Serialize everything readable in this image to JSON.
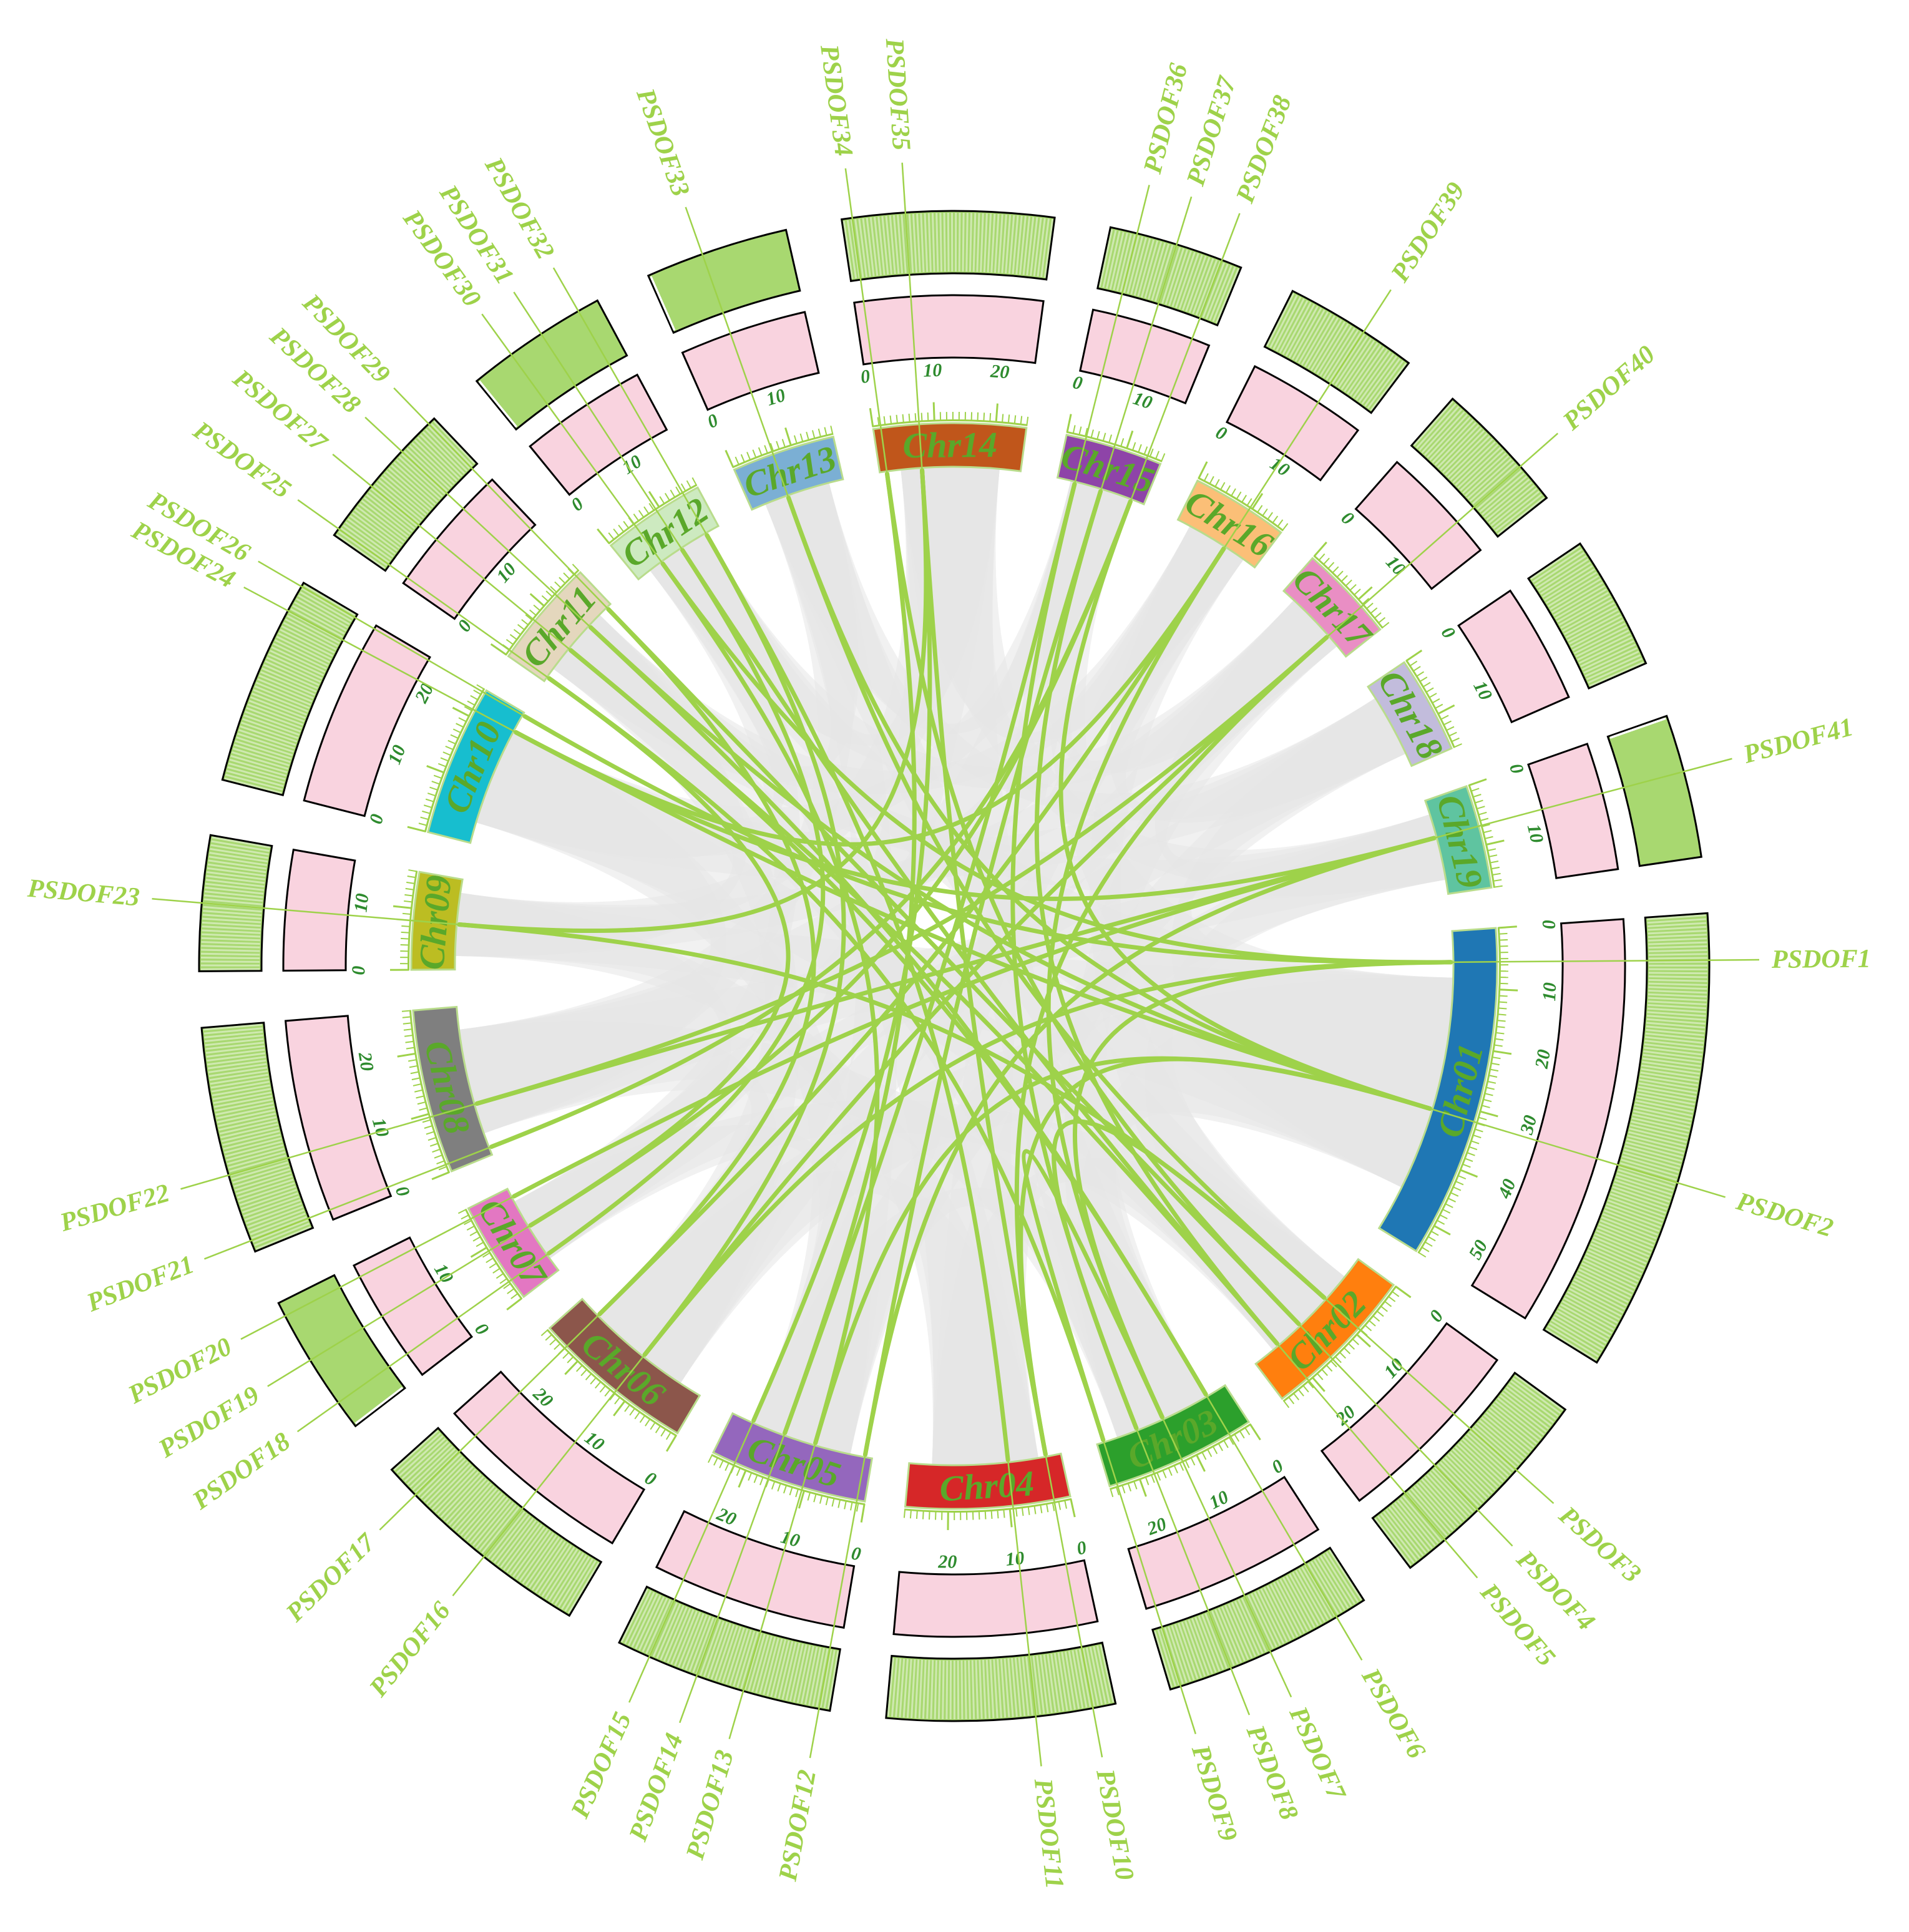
{
  "colors": {
    "link": "#9ed24a",
    "synteny": "#e6e6e6",
    "label": "#9ed24a",
    "tick": "#9ed24a",
    "tick_text": "#2e8b2e",
    "chr_text": "#5aa82a",
    "density_track": "#f9d3df",
    "gene_track": "#a8d870"
  },
  "chromosomes": [
    {
      "id": "Chr01",
      "label": "Chr01",
      "color": "#1f77b4",
      "length": 55,
      "ticks": [
        "0",
        "10",
        "20",
        "30",
        "40",
        "50"
      ]
    },
    {
      "id": "Chr02",
      "label": "Chr02",
      "color": "#ff7f0e",
      "length": 26,
      "ticks": [
        "0",
        "10",
        "20"
      ]
    },
    {
      "id": "Chr03",
      "label": "Chr03",
      "color": "#2ca02c",
      "length": 25,
      "ticks": [
        "0",
        "10",
        "20"
      ]
    },
    {
      "id": "Chr04",
      "label": "Chr04",
      "color": "#d62728",
      "length": 27,
      "ticks": [
        "0",
        "10",
        "20"
      ]
    },
    {
      "id": "Chr05",
      "label": "Chr05",
      "color": "#9467bd",
      "length": 26,
      "ticks": [
        "0",
        "10",
        "20"
      ]
    },
    {
      "id": "Chr06",
      "label": "Chr06",
      "color": "#8c564b",
      "length": 27,
      "ticks": [
        "0",
        "10",
        "20"
      ]
    },
    {
      "id": "Chr07",
      "label": "Chr07",
      "color": "#e377c2",
      "length": 17,
      "ticks": [
        "0",
        "10"
      ]
    },
    {
      "id": "Chr08",
      "label": "Chr08",
      "color": "#7f7f7f",
      "length": 27,
      "ticks": [
        "0",
        "10",
        "20"
      ]
    },
    {
      "id": "Chr09",
      "label": "Chr09",
      "color": "#bcbd22",
      "length": 16,
      "ticks": [
        "0",
        "10"
      ]
    },
    {
      "id": "Chr10",
      "label": "Chr10",
      "color": "#17becf",
      "length": 25,
      "ticks": [
        "0",
        "10",
        "20"
      ]
    },
    {
      "id": "Chr11",
      "label": "Chr11",
      "color": "#e4d7bd",
      "length": 18,
      "ticks": [
        "0",
        "10"
      ]
    },
    {
      "id": "Chr12",
      "label": "Chr12",
      "color": "#cdeac0",
      "length": 17,
      "ticks": [
        "0",
        "10"
      ]
    },
    {
      "id": "Chr13",
      "label": "Chr13",
      "color": "#7bafd4",
      "length": 17,
      "ticks": [
        "0",
        "10"
      ]
    },
    {
      "id": "Chr14",
      "label": "Chr14",
      "color": "#c0561b",
      "length": 25,
      "ticks": [
        "0",
        "10",
        "20"
      ]
    },
    {
      "id": "Chr15",
      "label": "Chr15",
      "color": "#8e44a8",
      "length": 16,
      "ticks": [
        "0",
        "10"
      ]
    },
    {
      "id": "Chr16",
      "label": "Chr16",
      "color": "#fbbf77",
      "length": 16,
      "ticks": [
        "0",
        "10"
      ]
    },
    {
      "id": "Chr17",
      "label": "Chr17",
      "color": "#e98ec4",
      "length": 16,
      "ticks": [
        "0",
        "10"
      ]
    },
    {
      "id": "Chr18",
      "label": "Chr18",
      "color": "#c2bcdc",
      "length": 16,
      "ticks": [
        "0",
        "10"
      ]
    },
    {
      "id": "Chr19",
      "label": "Chr19",
      "color": "#5fc4a0",
      "length": 17,
      "ticks": [
        "0",
        "10"
      ]
    }
  ],
  "genes": [
    {
      "name": "PSDOF1",
      "chr": 0,
      "pos": 0.1
    },
    {
      "name": "PSDOF2",
      "chr": 0,
      "pos": 0.58
    },
    {
      "name": "PSDOF3",
      "chr": 1,
      "pos": 0.35
    },
    {
      "name": "PSDOF4",
      "chr": 1,
      "pos": 0.6
    },
    {
      "name": "PSDOF5",
      "chr": 1,
      "pos": 0.8
    },
    {
      "name": "PSDOF6",
      "chr": 2,
      "pos": 0.15
    },
    {
      "name": "PSDOF7",
      "chr": 2,
      "pos": 0.5
    },
    {
      "name": "PSDOF8",
      "chr": 2,
      "pos": 0.7
    },
    {
      "name": "PSDOF9",
      "chr": 2,
      "pos": 0.95
    },
    {
      "name": "PSDOF10",
      "chr": 3,
      "pos": 0.1
    },
    {
      "name": "PSDOF11",
      "chr": 3,
      "pos": 0.35
    },
    {
      "name": "PSDOF12",
      "chr": 4,
      "pos": 0.05
    },
    {
      "name": "PSDOF13",
      "chr": 4,
      "pos": 0.4
    },
    {
      "name": "PSDOF14",
      "chr": 4,
      "pos": 0.62
    },
    {
      "name": "PSDOF15",
      "chr": 4,
      "pos": 0.85
    },
    {
      "name": "PSDOF16",
      "chr": 5,
      "pos": 0.45
    },
    {
      "name": "PSDOF17",
      "chr": 5,
      "pos": 0.85
    },
    {
      "name": "PSDOF18",
      "chr": 6,
      "pos": 0.2
    },
    {
      "name": "PSDOF19",
      "chr": 6,
      "pos": 0.55
    },
    {
      "name": "PSDOF20",
      "chr": 6,
      "pos": 0.9
    },
    {
      "name": "PSDOF21",
      "chr": 7,
      "pos": 0.05
    },
    {
      "name": "PSDOF22",
      "chr": 7,
      "pos": 0.35
    },
    {
      "name": "PSDOF23",
      "chr": 8,
      "pos": 0.5
    },
    {
      "name": "PSDOF24",
      "chr": 9,
      "pos": 0.85
    },
    {
      "name": "PSDOF25",
      "chr": 10,
      "pos": 0.05
    },
    {
      "name": "PSDOF26",
      "chr": 9,
      "pos": 0.98
    },
    {
      "name": "PSDOF27",
      "chr": 10,
      "pos": 0.4
    },
    {
      "name": "PSDOF28",
      "chr": 10,
      "pos": 0.7
    },
    {
      "name": "PSDOF29",
      "chr": 10,
      "pos": 0.95
    },
    {
      "name": "PSDOF30",
      "chr": 11,
      "pos": 0.3
    },
    {
      "name": "PSDOF31",
      "chr": 11,
      "pos": 0.55
    },
    {
      "name": "PSDOF32",
      "chr": 11,
      "pos": 0.85
    },
    {
      "name": "PSDOF33",
      "chr": 12,
      "pos": 0.4
    },
    {
      "name": "PSDOF34",
      "chr": 13,
      "pos": 0.05
    },
    {
      "name": "PSDOF35",
      "chr": 13,
      "pos": 0.3
    },
    {
      "name": "PSDOF36",
      "chr": 14,
      "pos": 0.2
    },
    {
      "name": "PSDOF37",
      "chr": 14,
      "pos": 0.5
    },
    {
      "name": "PSDOF38",
      "chr": 14,
      "pos": 0.85
    },
    {
      "name": "PSDOF39",
      "chr": 15,
      "pos": 0.6
    },
    {
      "name": "PSDOF40",
      "chr": 16,
      "pos": 0.7
    },
    {
      "name": "PSDOF41",
      "chr": 18,
      "pos": 0.4
    }
  ],
  "links": [
    [
      0,
      25
    ],
    [
      0,
      15
    ],
    [
      0,
      6
    ],
    [
      1,
      9
    ],
    [
      1,
      37
    ],
    [
      1,
      12
    ],
    [
      2,
      32
    ],
    [
      2,
      7
    ],
    [
      3,
      33
    ],
    [
      3,
      28
    ],
    [
      4,
      36
    ],
    [
      4,
      30
    ],
    [
      5,
      27
    ],
    [
      5,
      26
    ],
    [
      6,
      38
    ],
    [
      6,
      8
    ],
    [
      7,
      35
    ],
    [
      8,
      24
    ],
    [
      9,
      39
    ],
    [
      9,
      34
    ],
    [
      10,
      31
    ],
    [
      11,
      40
    ],
    [
      12,
      29
    ],
    [
      13,
      35
    ],
    [
      14,
      34
    ],
    [
      15,
      39
    ],
    [
      16,
      38
    ],
    [
      17,
      30
    ],
    [
      18,
      37
    ],
    [
      19,
      40
    ],
    [
      20,
      37
    ],
    [
      21,
      40
    ],
    [
      21,
      39
    ],
    [
      22,
      2
    ],
    [
      23,
      1
    ],
    [
      24,
      18
    ],
    [
      26,
      4
    ],
    [
      27,
      1
    ],
    [
      28,
      16
    ],
    [
      29,
      0
    ],
    [
      31,
      15
    ],
    [
      32,
      1
    ],
    [
      33,
      13
    ],
    [
      34,
      22
    ],
    [
      36,
      11
    ],
    [
      38,
      23
    ],
    [
      40,
      23
    ]
  ]
}
